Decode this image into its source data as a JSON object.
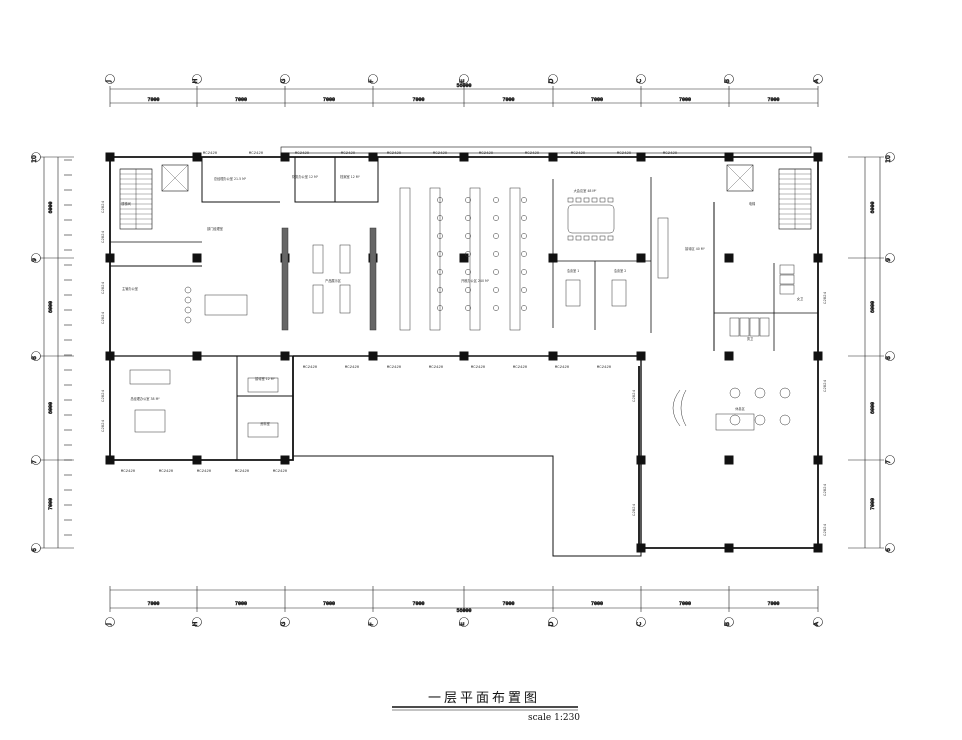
{
  "plan": {
    "title": "一层平面布置图",
    "scale": "scale 1:230",
    "column_grid": [
      "J",
      "H",
      "G",
      "F",
      "E",
      "D",
      "C",
      "B",
      "A"
    ],
    "row_grid": [
      "10",
      "9",
      "8",
      "7",
      "6"
    ],
    "bay_width": "7000",
    "overall_width": "56000",
    "row_spacings": [
      "6000",
      "6000",
      "6000",
      "7000"
    ],
    "window_codes": [
      "MC2420",
      "C2824"
    ],
    "rooms": {
      "top_room_1": "总经理办公室 21.5 M²",
      "top_room_2": "财务办公室 12 M²",
      "top_room_3": "档案室 12 M²",
      "left_office": "总经理办公室 38 M²",
      "left_mid_1": "接待室 12 M²",
      "left_mid_2": "资料室",
      "exhibit": "产品展示区",
      "workstations": "开敞办公区 240 M²",
      "conference": "大会议室 48 M²",
      "meeting_1": "洽谈室 1",
      "meeting_2": "洽谈室 2",
      "reception": "接待区 40 M²",
      "lounge": "休息区",
      "lower_office_1": "部门经理室",
      "lower_office_2": "主管办公室",
      "toilet_m": "男卫",
      "toilet_f": "女卫",
      "stair": "楼梯间",
      "lift": "电梯"
    }
  }
}
